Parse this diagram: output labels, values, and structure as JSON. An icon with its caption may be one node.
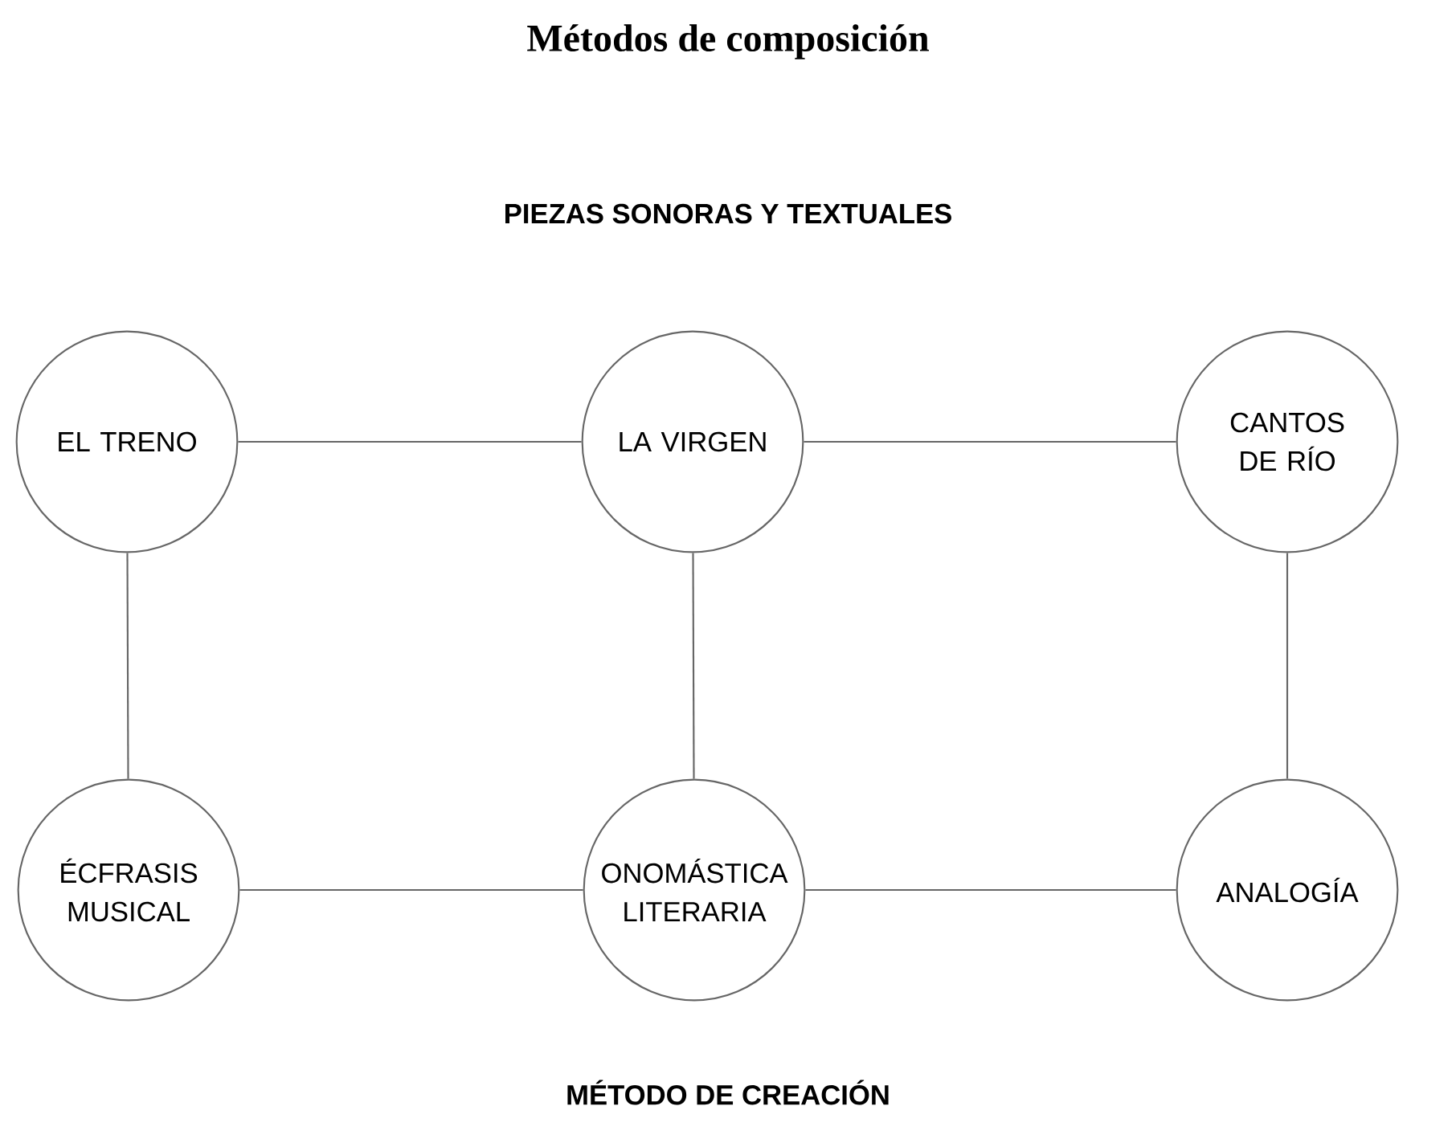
{
  "diagram": {
    "title": "Métodos de composición",
    "nodes": [
      {
        "text": [
          "EL TRENO"
        ]
      },
      {
        "text": [
          "LA VIRGEN"
        ]
      },
      {
        "text": [
          "CANTOS DE RÍO"
        ]
      },
      {
        "text": [
          "ÉCFRASIS MUSICAL"
        ]
      },
      {
        "text": [
          "ONOMÁSTICA LITERARIA"
        ]
      },
      {
        "text": [
          "ANALOGÍA"
        ]
      }
    ],
    "edges": [
      {
        "from": 0,
        "to": 1,
        "arrow": "none"
      },
      {
        "from": 1,
        "to": 2,
        "arrow": "none"
      },
      {
        "from": 0,
        "to": 3,
        "arrow": "none"
      },
      {
        "from": 1,
        "to": 4,
        "arrow": "none"
      },
      {
        "from": 2,
        "to": 5,
        "arrow": "none"
      },
      {
        "from": 3,
        "to": 4,
        "arrow": "none"
      },
      {
        "from": 4,
        "to": 5,
        "arrow": "none"
      }
    ],
    "labels": [
      "PIEZAS SONORAS Y TEXTUALES",
      "MÉTODO DE CREACIÓN"
    ]
  }
}
